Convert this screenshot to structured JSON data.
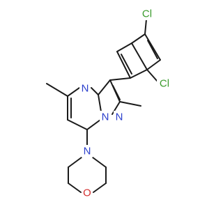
{
  "molecule": {
    "atoms": [
      {
        "id": "cl1",
        "symbol": "Cl",
        "color": "#3a9b2c"
      },
      {
        "id": "cl2",
        "symbol": "Cl",
        "color": "#3a9b2c"
      },
      {
        "id": "n_ring",
        "symbol": "N",
        "color": "#2b3fcc"
      },
      {
        "id": "n_bridge",
        "symbol": "N",
        "color": "#2b3fcc"
      },
      {
        "id": "n_pyrazole",
        "symbol": "N",
        "color": "#2b3fcc"
      },
      {
        "id": "n_morph",
        "symbol": "N",
        "color": "#2b3fcc"
      },
      {
        "id": "o_morph",
        "symbol": "O",
        "color": "#d32f2f"
      }
    ]
  }
}
